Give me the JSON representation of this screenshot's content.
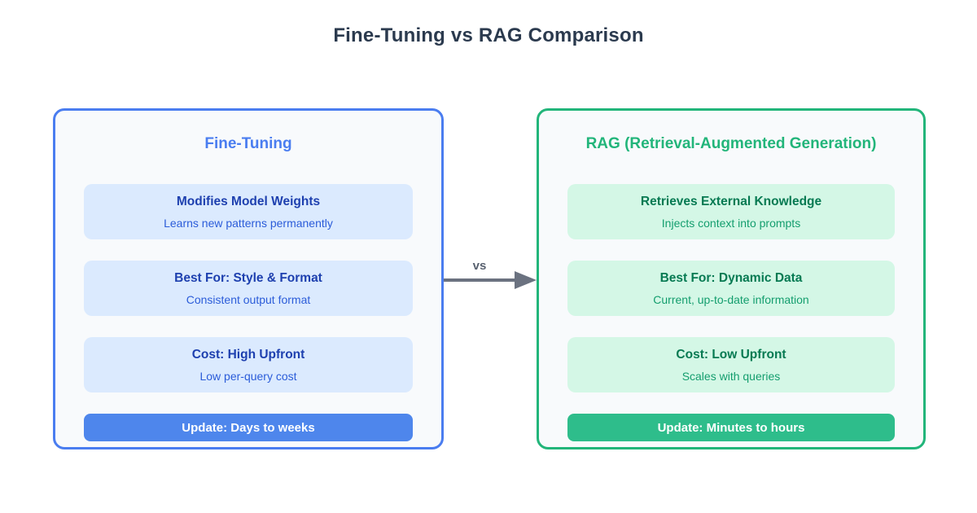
{
  "title": "Fine-Tuning vs RAG Comparison",
  "vs_label": "vs",
  "colors": {
    "left_accent": "#4a7df0",
    "left_card_bg": "#dbeafe",
    "left_card_title": "#1e40af",
    "left_card_subtitle": "#2b5cd9",
    "left_badge_bg": "#4e86ec",
    "right_accent": "#22b57a",
    "right_card_bg": "#d4f7e6",
    "right_card_title": "#067a52",
    "right_card_subtitle": "#149e6e",
    "right_badge_bg": "#2ebd8b",
    "arrow_color": "#6b7280",
    "title_color": "#2b3a4e",
    "panel_bg": "#f8fafc"
  },
  "panels": [
    {
      "title": "Fine-Tuning",
      "rows": [
        {
          "title": "Modifies Model Weights",
          "subtitle": "Learns new patterns permanently"
        },
        {
          "title": "Best For: Style & Format",
          "subtitle": "Consistent output format"
        },
        {
          "title": "Cost: High Upfront",
          "subtitle": "Low per-query cost"
        }
      ],
      "badge": "Update: Days to weeks"
    },
    {
      "title": "RAG (Retrieval-Augmented Generation)",
      "rows": [
        {
          "title": "Retrieves External Knowledge",
          "subtitle": "Injects context into prompts"
        },
        {
          "title": "Best For: Dynamic Data",
          "subtitle": "Current, up-to-date information"
        },
        {
          "title": "Cost: Low Upfront",
          "subtitle": "Scales with queries"
        }
      ],
      "badge": "Update: Minutes to hours"
    }
  ]
}
